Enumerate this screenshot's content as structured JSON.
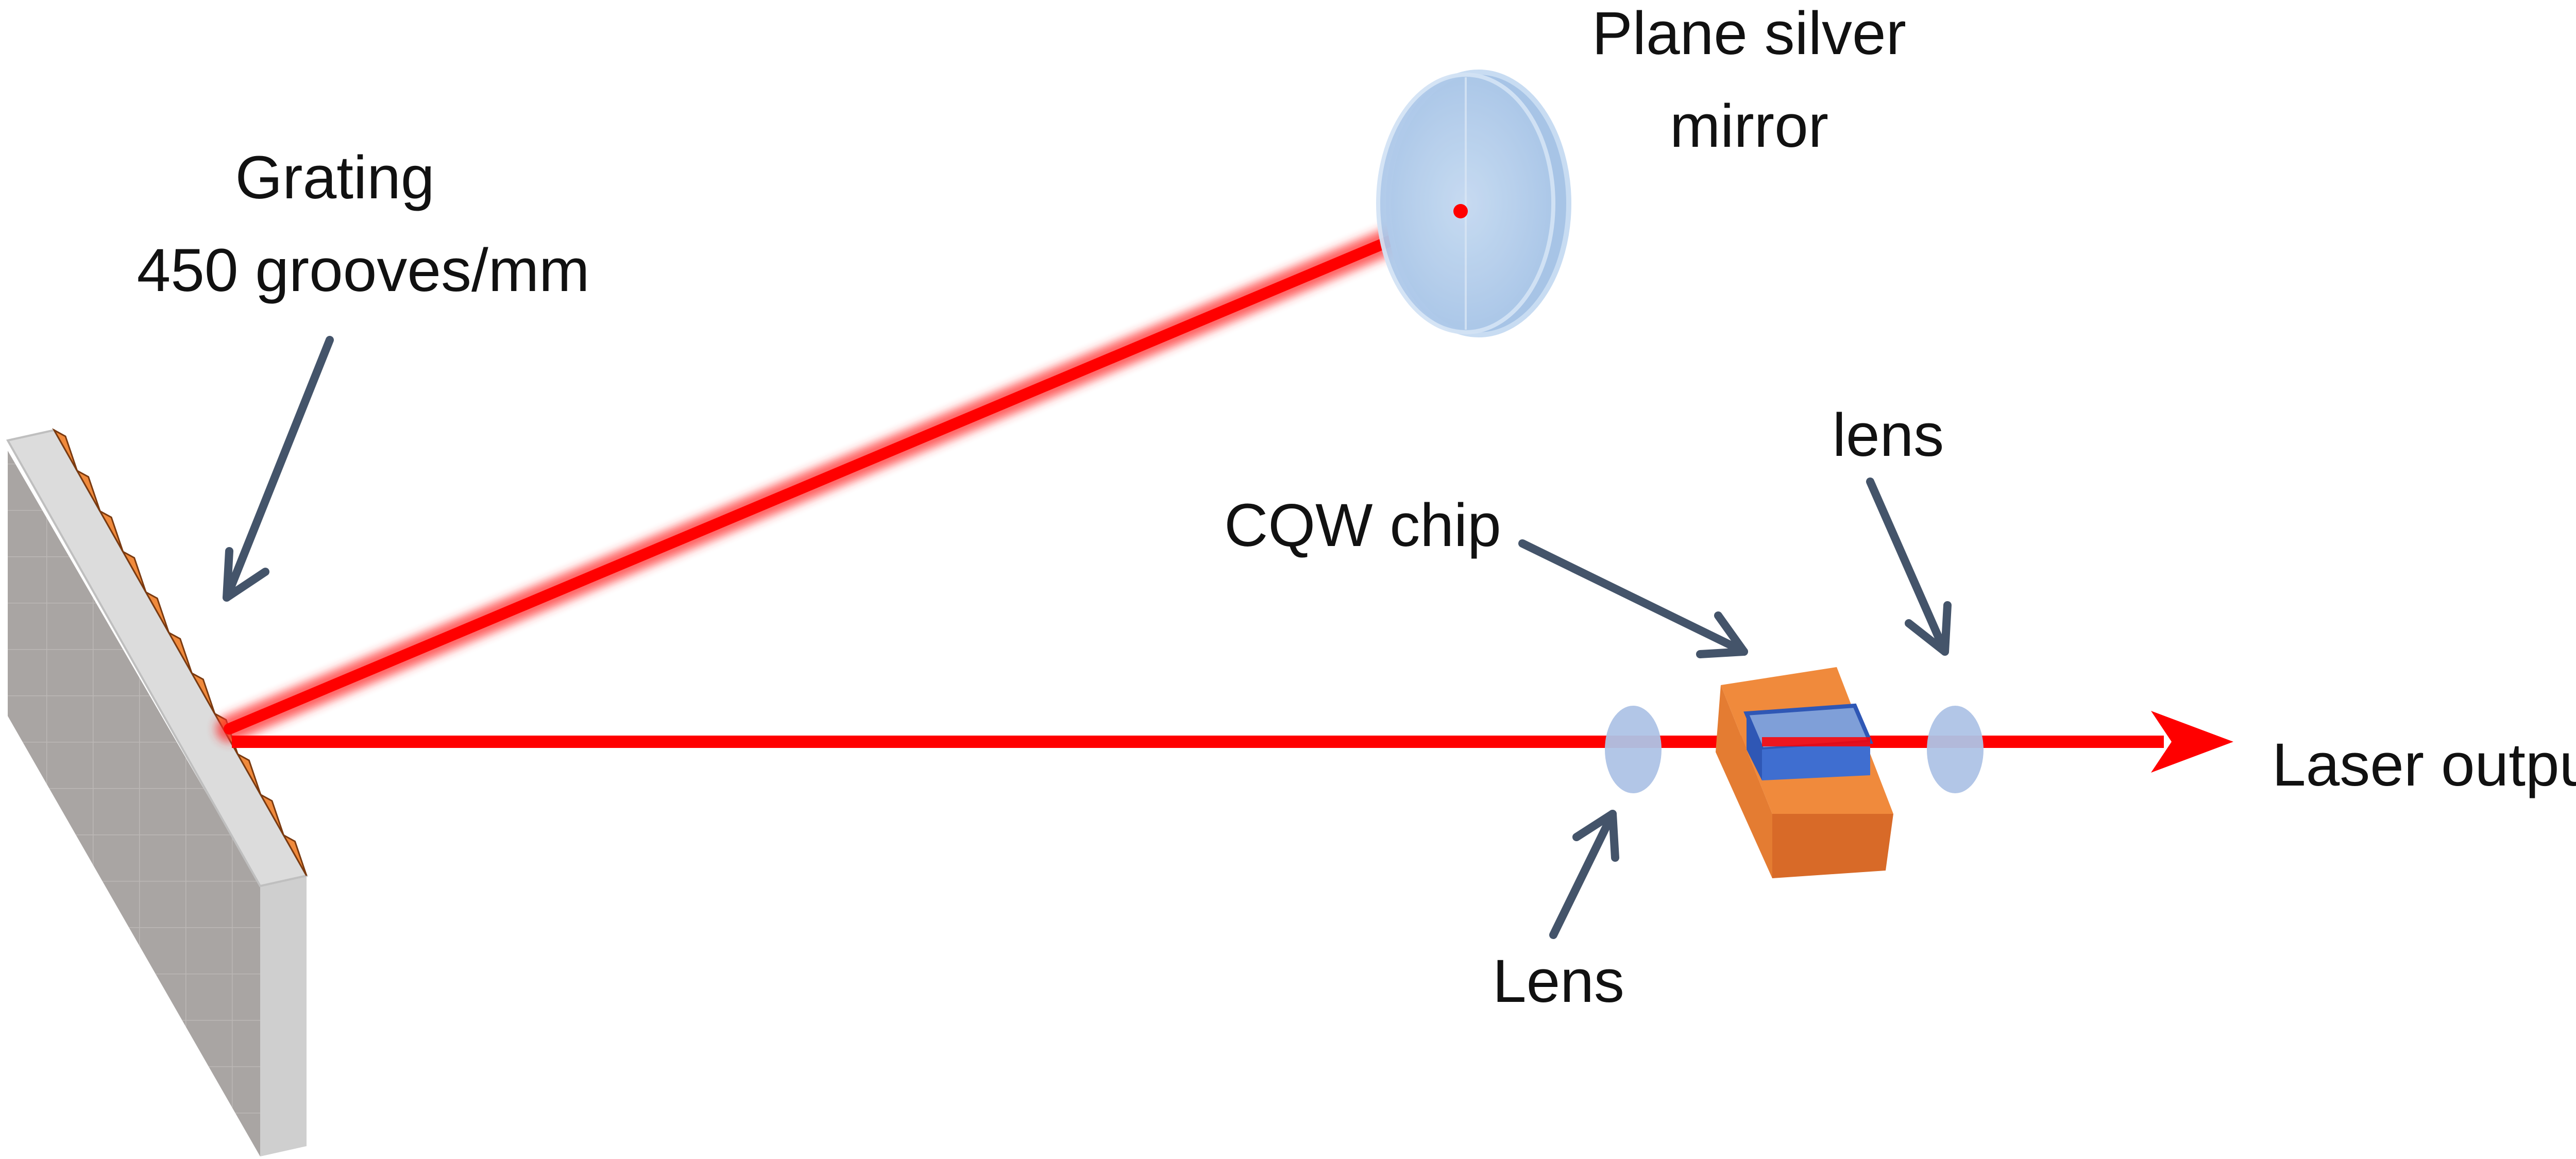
{
  "labels": {
    "grating_line1": "Grating",
    "grating_line2": "450 grooves/mm",
    "mirror_line1": "Plane silver",
    "mirror_line2": "mirror",
    "chip": "CQW chip",
    "lens_right": "lens",
    "lens_left": "Lens",
    "output": "Laser output"
  },
  "colors": {
    "beam": "#ff0000",
    "grating_face": "#a9a5a3",
    "grating_edge": "#d9d9d9",
    "grooves": "#f08a3c",
    "chip_body": "#f08a3c",
    "chip_active": "#3f6ed0",
    "lens": "#aec3e6",
    "mirror": "#b9d3ee",
    "arrow": "#44546a"
  }
}
